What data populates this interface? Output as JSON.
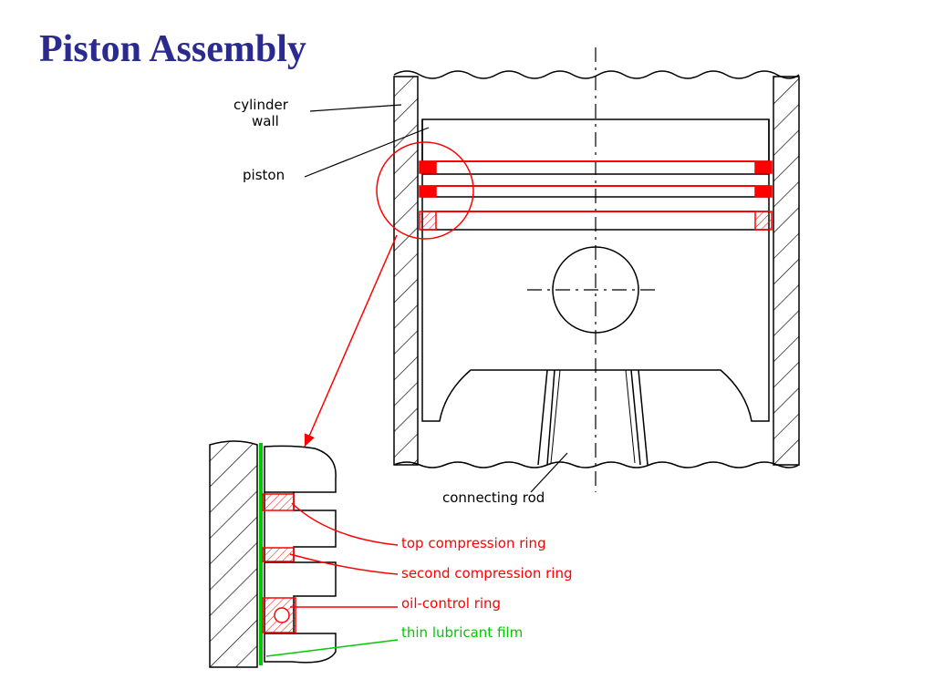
{
  "title": "Piston Assembly",
  "colors": {
    "title": "#2b2b8f",
    "line": "#000000",
    "ring": "#ff0000",
    "film": "#00c800",
    "background": "#ffffff"
  },
  "labels": {
    "cylinder_wall": [
      "cylinder",
      "wall"
    ],
    "piston": "piston",
    "connecting_rod": "connecting rod",
    "top_ring": "top compression ring",
    "second_ring": "second compression ring",
    "oil_ring": "oil-control ring",
    "film": "thin lubricant film"
  }
}
